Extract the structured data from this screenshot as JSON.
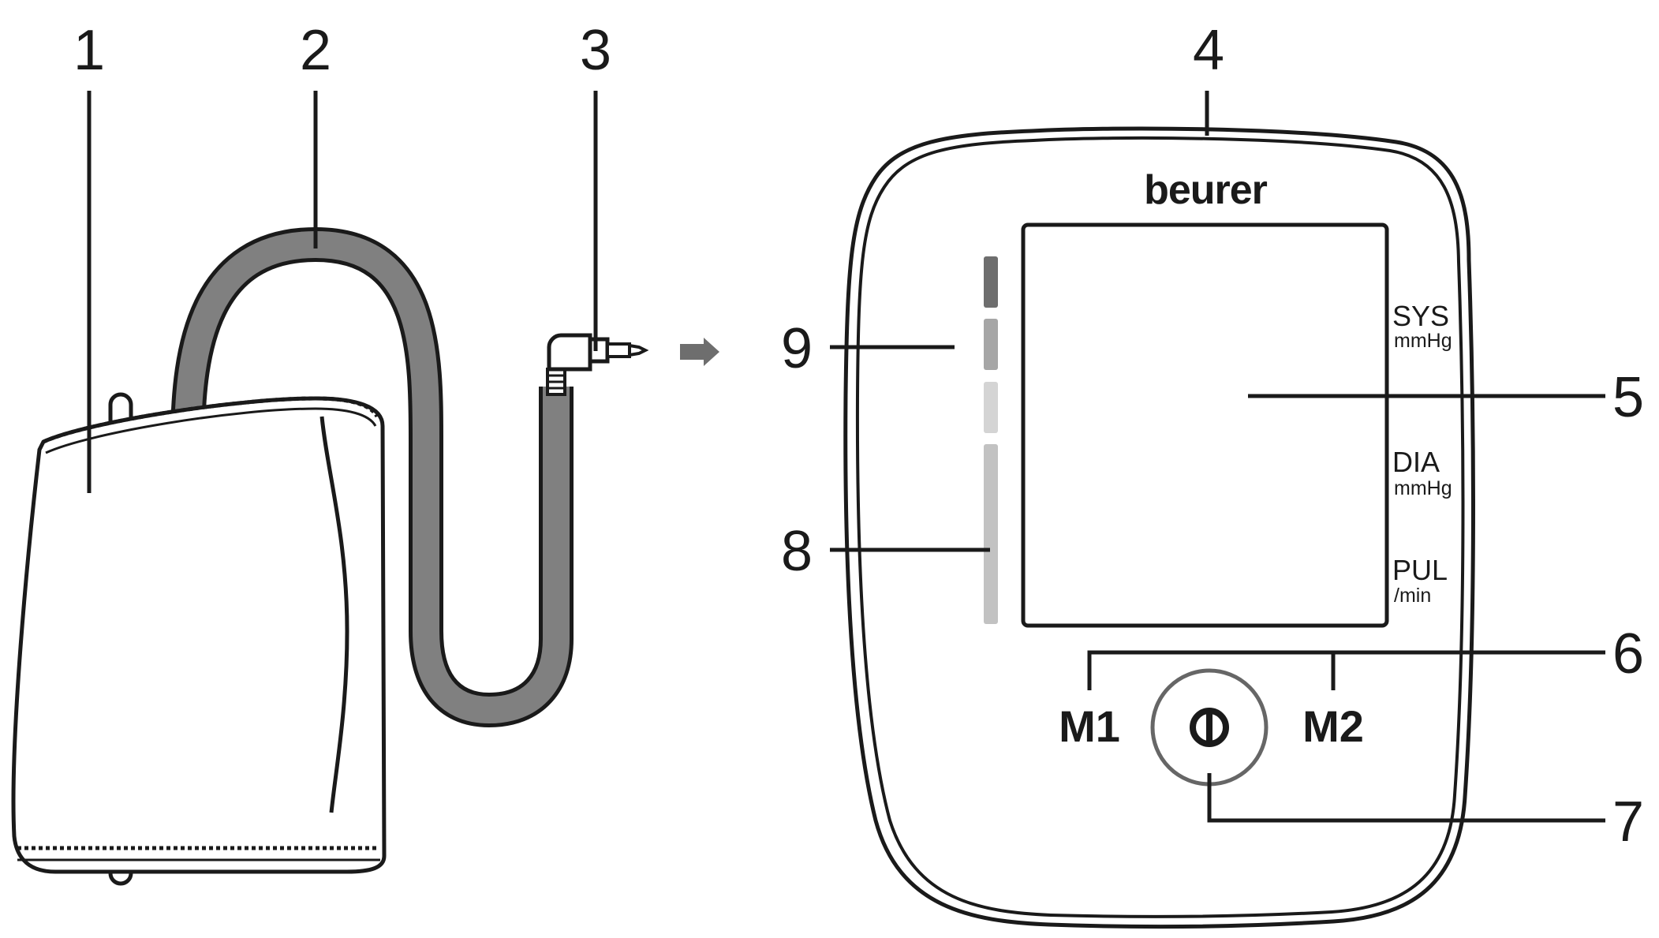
{
  "callouts": {
    "c1": "1",
    "c2": "2",
    "c3": "3",
    "c4": "4",
    "c5": "5",
    "c6": "6",
    "c7": "7",
    "c8": "8",
    "c9": "9"
  },
  "device": {
    "brand": "beurer",
    "sys_label": "SYS",
    "sys_unit": "mmHg",
    "dia_label": "DIA",
    "dia_unit": "mmHg",
    "pul_label": "PUL",
    "pul_unit": "/min",
    "m1_label": "M1",
    "m2_label": "M2",
    "risk_indicator_colors": [
      "#6e6e6e",
      "#a6a6a6",
      "#d4d4d4",
      "#c2c2c2"
    ]
  },
  "colors": {
    "line": "#1a1a1a",
    "tube": "#808080",
    "arrow": "#6e6e6e"
  }
}
